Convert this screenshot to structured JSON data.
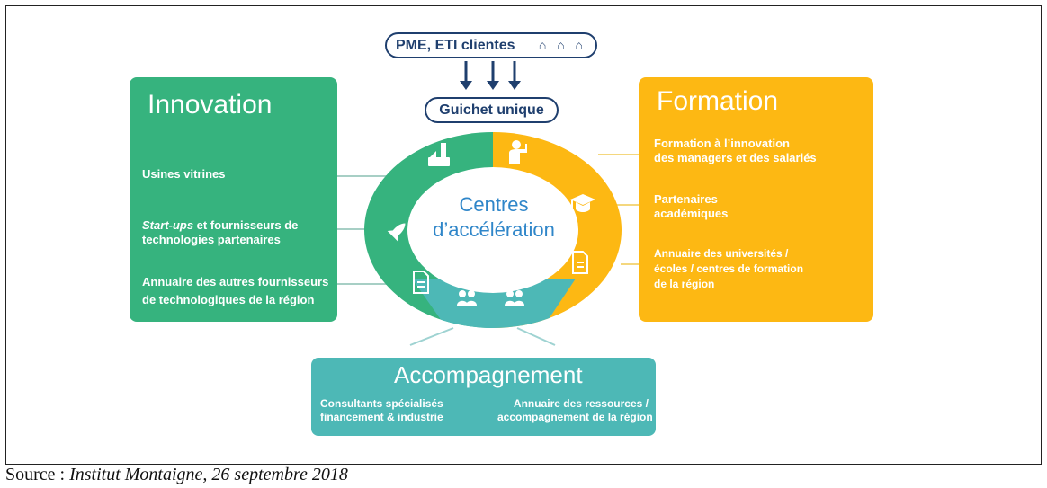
{
  "top": {
    "clients_label": "PME, ETI clientes",
    "clients_icons": "⌂ ⌂ ⌂",
    "guichet_label": "Guichet unique"
  },
  "center": {
    "line1": "Centres",
    "line2": "d’accélération"
  },
  "innovation": {
    "title": "Innovation",
    "items": [
      "Usines vitrines",
      "Start-ups",
      " et fournisseurs de",
      "technologies partenaires",
      "Annuaire des autres fournisseurs",
      "de technologiques de la région"
    ]
  },
  "formation": {
    "title": "Formation",
    "items": [
      "Formation à l’innovation",
      "des managers et des salariés",
      "Partenaires",
      "académiques",
      "Annuaire des universités /",
      "écoles / centres de formation",
      "de la région"
    ]
  },
  "accompagnement": {
    "title": "Accompagnement",
    "left_lines": [
      "Consultants spécialisés",
      "financement & industrie"
    ],
    "right_lines": [
      "Annuaire des ressources /",
      "accompagnement de la région"
    ]
  },
  "source": {
    "prefix": "Source : ",
    "citation": "Institut Montaigne, 26 septembre 2018"
  },
  "colors": {
    "innovation": "#36b37e",
    "formation": "#fdb813",
    "accompagnement": "#4db8b6",
    "navy": "#1f3f6e",
    "center_text": "#2f86c9"
  },
  "icons": [
    "factory-icon",
    "rocket-icon",
    "document-icon",
    "teacher-icon",
    "graduation-cap-icon",
    "people-icon"
  ]
}
